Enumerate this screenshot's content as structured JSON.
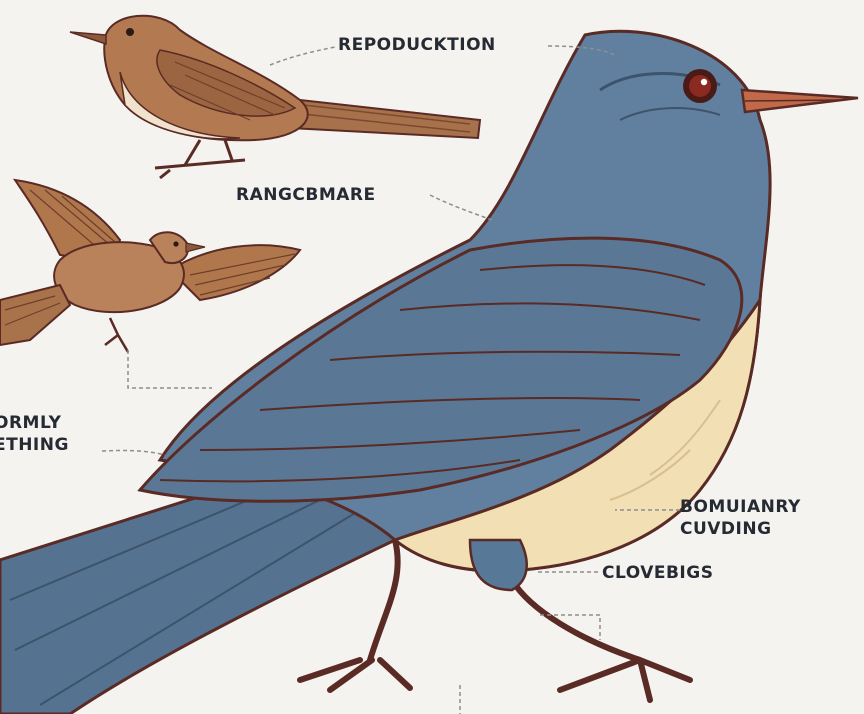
{
  "labels": {
    "reproduction": "REPODUCKTION",
    "rangemare": "RANGCBMARE",
    "left_line1": "ORMLY",
    "left_line2": "ETHING",
    "right_line1": "BOMUIANRY",
    "right_line2": "CUVDING",
    "clovebigs": "CLOVEBIGS"
  },
  "colors": {
    "background": "#f4f3f0",
    "blue_plumage": "#5e7a98",
    "outline": "#5a2a25",
    "brown_plumage": "#b37a51",
    "cream_breast": "#f2dfb4",
    "label_text": "#252a33"
  }
}
